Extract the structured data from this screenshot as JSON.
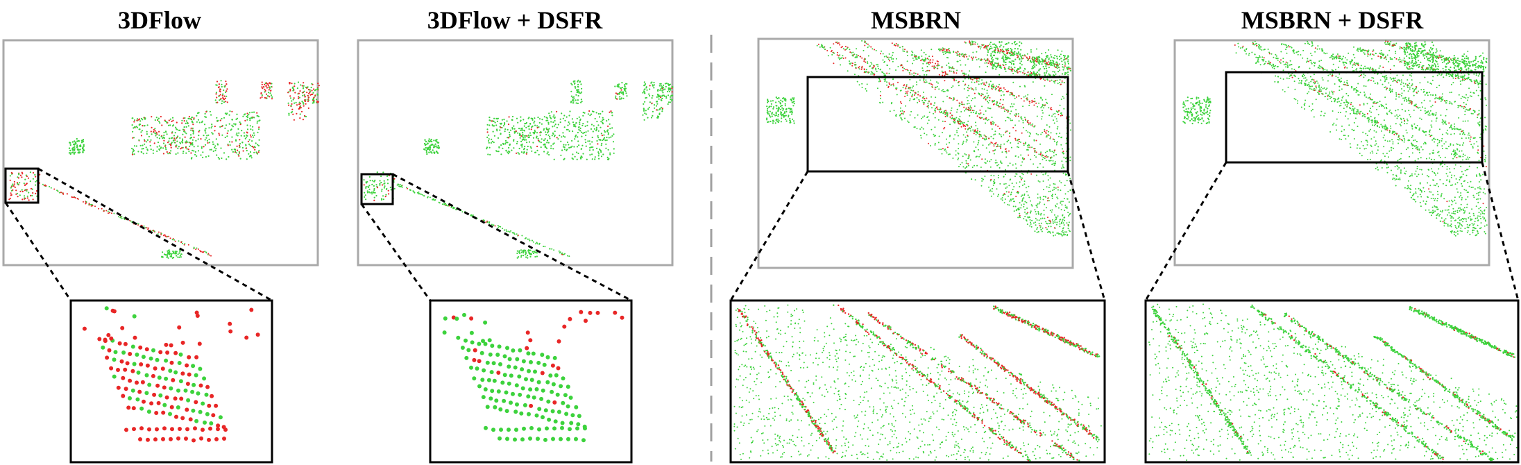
{
  "titles": {
    "panel_1": "3DFlow",
    "panel_2": "3DFlow + DSFR",
    "panel_3": "MSBRN",
    "panel_4": "MSBRN + DSFR"
  },
  "colors": {
    "correct_points": "#3cd23c",
    "error_points": "#e82626",
    "frame": "#a9a9a9",
    "zoom_box": "#000000",
    "divider": "#a0a0a0"
  }
}
